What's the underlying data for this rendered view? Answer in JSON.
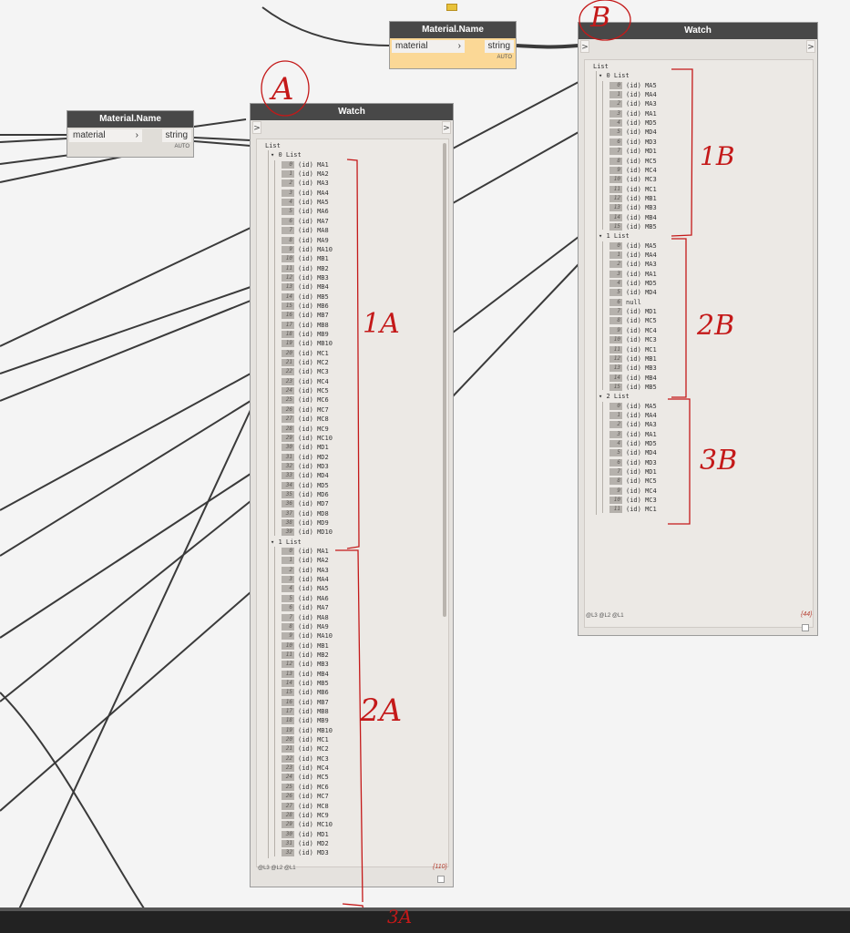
{
  "nodes": {
    "mat_name_1": {
      "title": "Material.Name",
      "input": "material",
      "output": "string",
      "lacing": "AUTO"
    },
    "mat_name_2": {
      "title": "Material.Name",
      "input": "material",
      "output": "string",
      "lacing": "AUTO"
    }
  },
  "watch_a": {
    "title": "Watch",
    "root_label": "List",
    "sublists": [
      {
        "label": "0 List",
        "items": [
          "MA1",
          "MA2",
          "MA3",
          "MA4",
          "MA5",
          "MA6",
          "MA7",
          "MA8",
          "MA9",
          "MA10",
          "MB1",
          "MB2",
          "MB3",
          "MB4",
          "MB5",
          "MB6",
          "MB7",
          "MB8",
          "MB9",
          "MB10",
          "MC1",
          "MC2",
          "MC3",
          "MC4",
          "MC5",
          "MC6",
          "MC7",
          "MC8",
          "MC9",
          "MC10",
          "MD1",
          "MD2",
          "MD3",
          "MD4",
          "MD5",
          "MD6",
          "MD7",
          "MD8",
          "MD9",
          "MD10"
        ]
      },
      {
        "label": "1 List",
        "items": [
          "MA1",
          "MA2",
          "MA3",
          "MA4",
          "MA5",
          "MA6",
          "MA7",
          "MA8",
          "MA9",
          "MA10",
          "MB1",
          "MB2",
          "MB3",
          "MB4",
          "MB5",
          "MB6",
          "MB7",
          "MB8",
          "MB9",
          "MB10",
          "MC1",
          "MC2",
          "MC3",
          "MC4",
          "MC5",
          "MC6",
          "MC7",
          "MC8",
          "MC9",
          "MC10",
          "MD1",
          "MD2",
          "MD3"
        ]
      }
    ],
    "levels": "@L3 @L2 @L1",
    "count": "{110}"
  },
  "watch_b": {
    "title": "Watch",
    "root_label": "List",
    "sublists": [
      {
        "label": "0 List",
        "items": [
          "MA5",
          "MA4",
          "MA3",
          "MA1",
          "MD5",
          "MD4",
          "MD3",
          "MD1",
          "MC5",
          "MC4",
          "MC3",
          "MC1",
          "MB1",
          "MB3",
          "MB4",
          "MB5"
        ]
      },
      {
        "label": "1 List",
        "items": [
          "MA5",
          "MA4",
          "MA3",
          "MA1",
          "MD5",
          "MD4",
          "null",
          "MD1",
          "MC5",
          "MC4",
          "MC3",
          "MC1",
          "MB1",
          "MB3",
          "MB4",
          "MB5"
        ]
      },
      {
        "label": "2 List",
        "items": [
          "MA5",
          "MA4",
          "MA3",
          "MA1",
          "MD5",
          "MD4",
          "MD3",
          "MD1",
          "MC5",
          "MC4",
          "MC3",
          "MC1"
        ]
      }
    ],
    "levels": "@L3 @L2 @L1",
    "count": "{44}"
  },
  "id_prefix": "(id)",
  "annotations": {
    "a": "A",
    "b": "B",
    "1a": "1A",
    "2a": "2A",
    "3a": "3A",
    "1b": "1B",
    "2b": "2B",
    "3b": "3B"
  },
  "colors": {
    "annotation": "#c41919",
    "node_header": "#484848",
    "selected_node": "#fbd896"
  }
}
